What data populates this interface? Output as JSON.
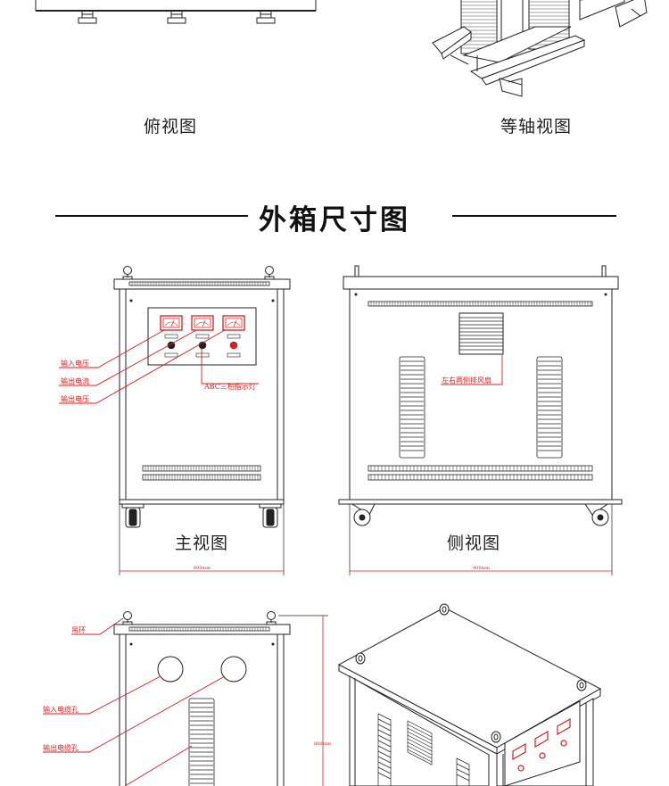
{
  "captions": {
    "top_view": "俯视图",
    "isometric_view": "等轴视图",
    "front_view": "主视图",
    "side_view": "侧视图"
  },
  "section_title": "外箱尺寸图",
  "front_labels": {
    "input_voltage": "输入电压",
    "output_current": "输出电流",
    "output_voltage": "输出电压",
    "abc_lamp": "ABC三相指示灯",
    "width_dim": "600mm"
  },
  "side_labels": {
    "vent": "左右两侧排风扇",
    "width_dim": "900mm"
  },
  "back_labels": {
    "lifting_ring": "吊环",
    "input_cable_hole": "输入电缆孔",
    "output_cable_hole": "输出电缆孔",
    "height_dim": "880mm"
  },
  "colors": {
    "annotation": "#d42020",
    "line": "#222222"
  }
}
